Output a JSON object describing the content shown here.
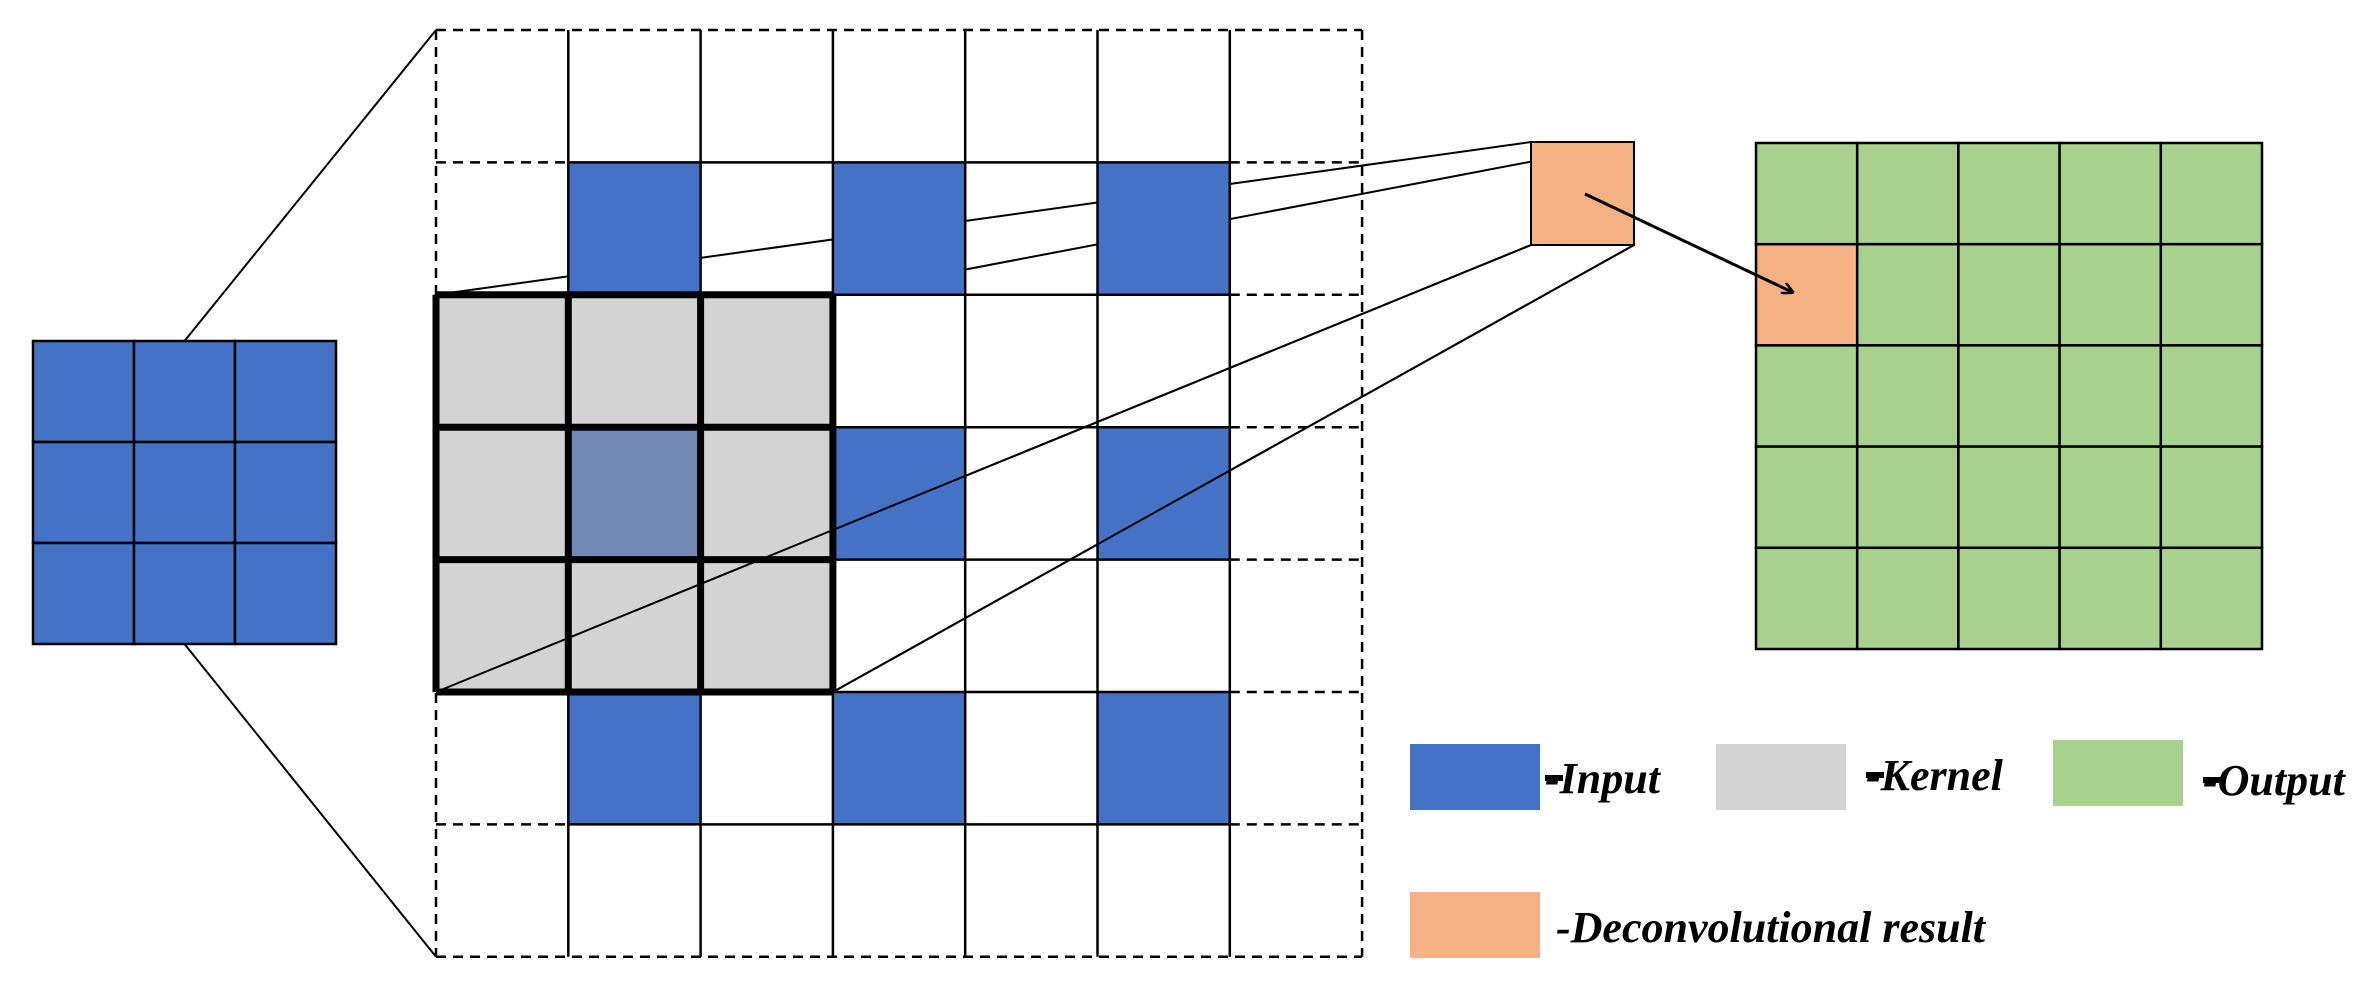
{
  "diagram": {
    "input_grid": {
      "rows": 3,
      "cols": 3,
      "color": "#4472c4"
    },
    "padded_input_grid": {
      "rows": 7,
      "cols": 7,
      "input_cells": [
        [
          1,
          1
        ],
        [
          1,
          3
        ],
        [
          1,
          5
        ],
        [
          3,
          1
        ],
        [
          3,
          3
        ],
        [
          3,
          5
        ],
        [
          5,
          1
        ],
        [
          5,
          3
        ],
        [
          5,
          5
        ]
      ]
    },
    "kernel": {
      "rows": 3,
      "cols": 3,
      "top_row": 2,
      "left_col": 0,
      "color": "#d3d3d3",
      "overlap_color": "#7189b4"
    },
    "output_grid": {
      "rows": 5,
      "cols": 5,
      "color": "#a9d18e",
      "result_cell": [
        1,
        0
      ]
    },
    "result_color": "#f4b183",
    "legend": [
      {
        "key": "input",
        "label": "-Input",
        "color": "#4472c4"
      },
      {
        "key": "kernel",
        "label": "-Kernel",
        "color": "#d3d3d3"
      },
      {
        "key": "output",
        "label": "-Output",
        "color": "#a9d18e"
      },
      {
        "key": "deconv",
        "label": "-Deconvolutional result",
        "color": "#f4b183"
      }
    ]
  }
}
